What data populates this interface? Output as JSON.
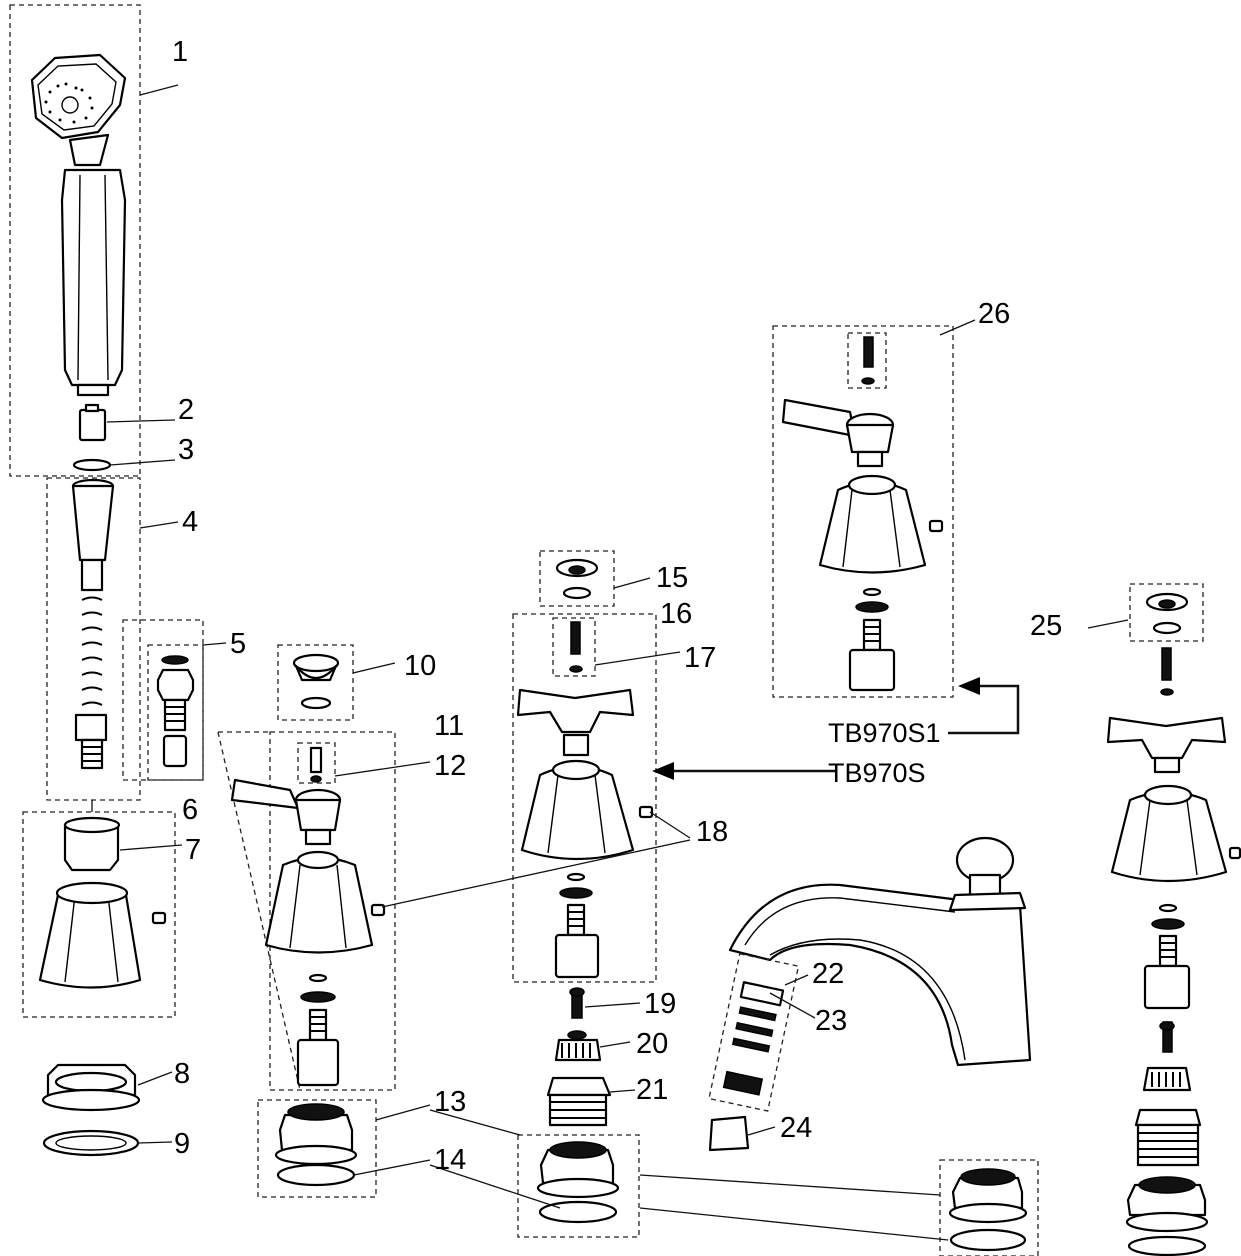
{
  "callouts": [
    "1",
    "2",
    "3",
    "4",
    "5",
    "6",
    "7",
    "8",
    "9",
    "10",
    "11",
    "12",
    "13",
    "13",
    "14",
    "14",
    "15",
    "16",
    "17",
    "18",
    "19",
    "20",
    "21",
    "22",
    "23",
    "24",
    "25",
    "26"
  ],
  "models": {
    "cross_handle": "TB970S",
    "lever_handle": "TB970S1"
  }
}
